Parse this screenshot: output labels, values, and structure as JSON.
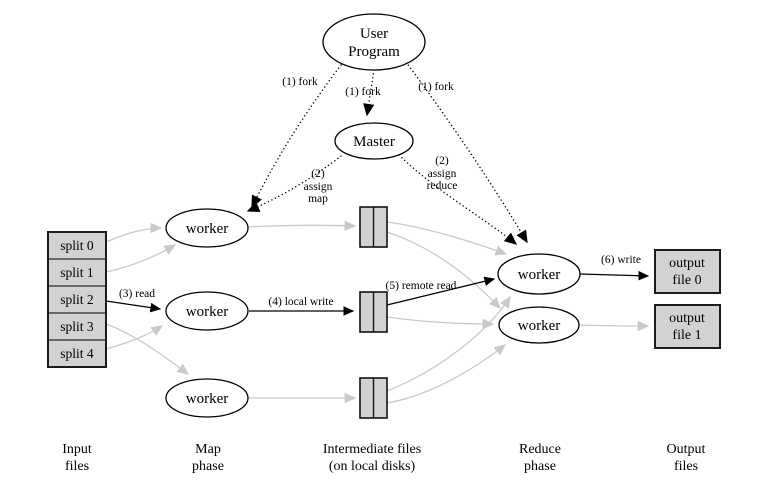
{
  "colors": {
    "background": "#ffffff",
    "box_fill": "#d2d2d2",
    "node_fill": "#ffffff",
    "outline": "#000000",
    "gray_arrow": "#c9c9c9"
  },
  "nodes": {
    "user_program": {
      "line1": "User",
      "line2": "Program"
    },
    "master": "Master",
    "map_workers": [
      "worker",
      "worker",
      "worker"
    ],
    "reduce_workers": [
      "worker",
      "worker"
    ],
    "splits": [
      "split 0",
      "split 1",
      "split 2",
      "split 3",
      "split 4"
    ],
    "output_files": [
      {
        "line1": "output",
        "line2": "file 0"
      },
      {
        "line1": "output",
        "line2": "file 1"
      }
    ]
  },
  "edge_labels": {
    "fork_left": "(1) fork",
    "fork_middle": "(1) fork",
    "fork_right": "(1) fork",
    "assign_map": [
      "(2)",
      "assign",
      "map"
    ],
    "assign_reduce": [
      "(2)",
      "assign",
      "reduce"
    ],
    "read": "(3) read",
    "local_write": "(4) local write",
    "remote_read": "(5) remote read",
    "write": "(6) write"
  },
  "phase_labels": {
    "input": [
      "Input",
      "files"
    ],
    "map": [
      "Map",
      "phase"
    ],
    "intermediate": [
      "Intermediate files",
      "(on local disks)"
    ],
    "reduce": [
      "Reduce",
      "phase"
    ],
    "output": [
      "Output",
      "files"
    ]
  }
}
